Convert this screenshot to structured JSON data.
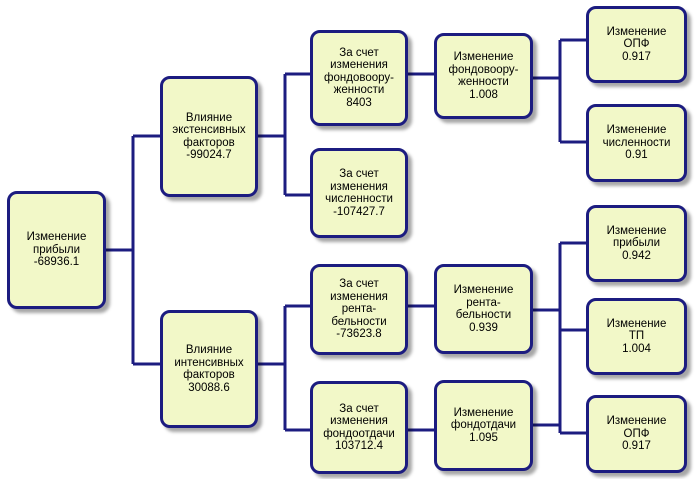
{
  "nodes": {
    "root": "Изменение\nприбыли\n-68936.1",
    "extensive": "Влияние\nэкстенсивных\nфакторов\n-99024.7",
    "intensive": "Влияние\nинтенсивных\nфакторов\n30088.6",
    "ext_fondovoor": "За счет\nизменения\nфондовоору-\nженности\n8403",
    "ext_chislen": "За счет\nизменения\nчисленности\n-107427.7",
    "int_rentab": "За счет\nизменения\nрента-\nбельности\n-73623.8",
    "int_fondotd": "За счет\nизменения\nфондоотдачи\n103712.4",
    "idx_fondovoor": "Изменение\nфондовоору-\nженности\n1.008",
    "idx_rentab": "Изменение\nрента-\nбельности\n0.939",
    "idx_fondotd": "Изменение\nфондотдачи\n1.095",
    "leaf_opf_1": "Изменение\nОПФ\n0.917",
    "leaf_chislen": "Изменение\nчисленности\n0.91",
    "leaf_pribyl": "Изменение\nприбыли\n0.942",
    "leaf_tp": "Изменение\nТП\n1.004",
    "leaf_opf_2": "Изменение\nОПФ\n0.917"
  },
  "colors": {
    "node_fill": "#f2f8c8",
    "node_border": "#1c1c80",
    "connector": "#1c1c80"
  }
}
